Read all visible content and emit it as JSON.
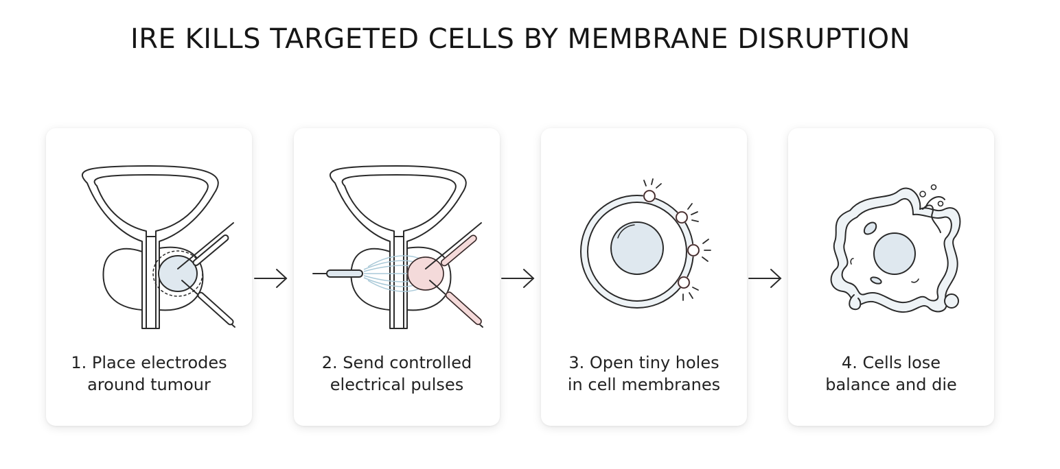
{
  "title": "IRE KILLS TARGETED CELLS BY MEMBRANE DISRUPTION",
  "steps": [
    {
      "line1": "1. Place electrodes",
      "line2": "around tumour"
    },
    {
      "line1": "2. Send controlled",
      "line2": "electrical pulses"
    },
    {
      "line1": "3. Open tiny holes",
      "line2": "in cell membranes"
    },
    {
      "line1": "4. Cells lose",
      "line2": "balance and die"
    }
  ],
  "colors": {
    "outline": "#2a2a2a",
    "fill_blue": "#dfe8ef",
    "highlight_red": "#e8a4a4",
    "field_lines": "#a9c9d8"
  },
  "icons": [
    "prostate-electrodes-icon",
    "prostate-pulses-icon",
    "porated-cell-icon",
    "dying-cell-icon",
    "arrow-right-icon"
  ]
}
